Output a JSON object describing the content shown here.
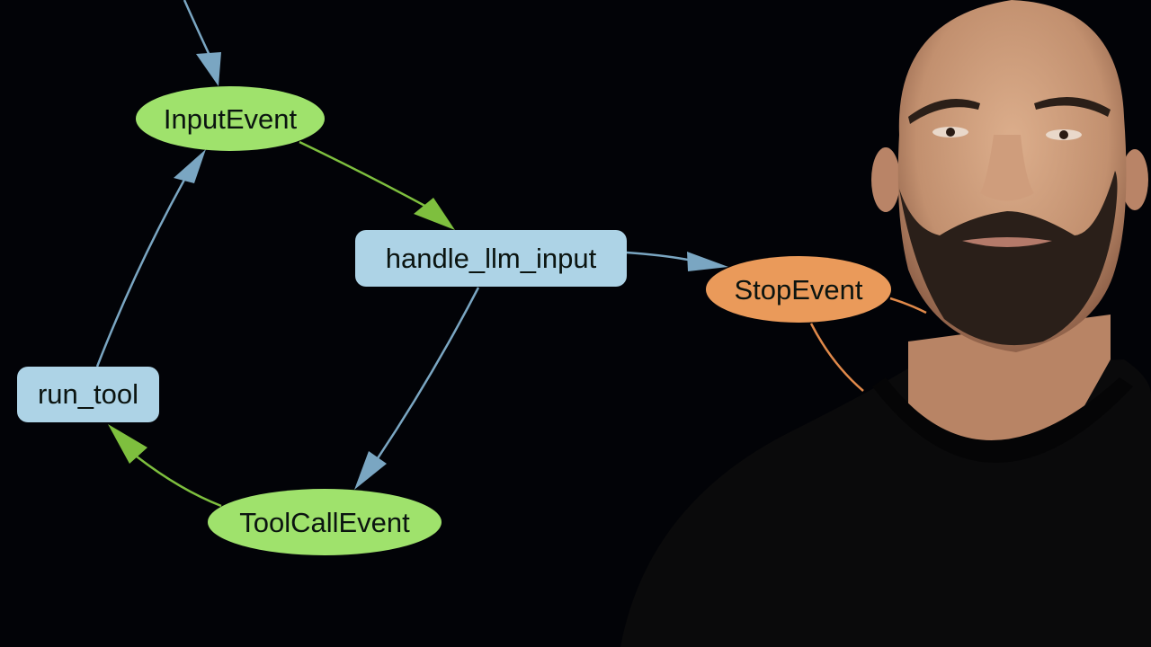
{
  "diagram": {
    "type": "workflow-graph",
    "background": "#020307",
    "colors": {
      "event_green": "#9fe26c",
      "step_blue": "#add3e6",
      "stop_orange": "#ea9a5a",
      "edge_blue": "#7aa6c2",
      "edge_green": "#7ebf3e",
      "edge_orange": "#e0894a",
      "text": "#0b1410"
    },
    "nodes": [
      {
        "id": "input_event",
        "label": "InputEvent",
        "shape": "ellipse",
        "kind": "event"
      },
      {
        "id": "handle_llm_input",
        "label": "handle_llm_input",
        "shape": "rounded-rect",
        "kind": "step"
      },
      {
        "id": "stop_event",
        "label": "StopEvent",
        "shape": "ellipse",
        "kind": "stop"
      },
      {
        "id": "run_tool",
        "label": "run_tool",
        "shape": "rounded-rect",
        "kind": "step"
      },
      {
        "id": "tool_call_event",
        "label": "ToolCallEvent",
        "shape": "ellipse",
        "kind": "event"
      }
    ],
    "edges": [
      {
        "from": "(offscreen)",
        "to": "InputEvent"
      },
      {
        "from": "InputEvent",
        "to": "handle_llm_input"
      },
      {
        "from": "handle_llm_input",
        "to": "StopEvent"
      },
      {
        "from": "handle_llm_input",
        "to": "ToolCallEvent"
      },
      {
        "from": "ToolCallEvent",
        "to": "run_tool"
      },
      {
        "from": "run_tool",
        "to": "InputEvent"
      },
      {
        "from": "StopEvent",
        "to": "(offscreen)"
      }
    ]
  },
  "presenter": {
    "description": "presenter video overlay",
    "skin": "#c99878",
    "shirt": "#0a0a0b",
    "beard": "#2a1f19"
  }
}
